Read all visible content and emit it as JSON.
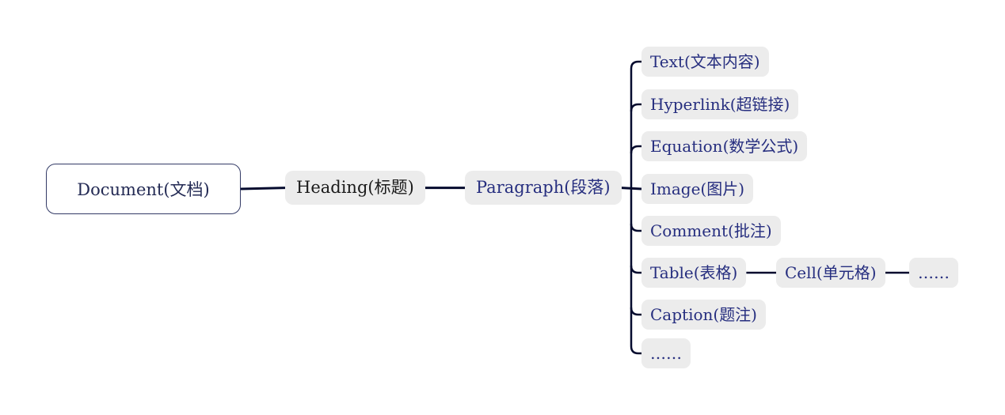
{
  "diagram": {
    "nodes": {
      "document": "Document(文档)",
      "heading": "Heading(标题)",
      "paragraph": "Paragraph(段落)",
      "paragraph_children": [
        "Text(文本内容)",
        "Hyperlink(超链接)",
        "Equation(数学公式)",
        "Image(图片)",
        "Comment(批注)",
        "Table(表格)",
        "Caption(题注)",
        "……"
      ],
      "table_child": "Cell(单元格)",
      "table_grandchild": "……"
    },
    "colors": {
      "connector_line": "#050b2e",
      "node_background": "#ececec",
      "node_text_blue": "#262e7f",
      "heading_text": "#1b1b1b",
      "root_text": "#232a54",
      "root_border": "#333a66",
      "page_background": "#ffffff"
    }
  }
}
